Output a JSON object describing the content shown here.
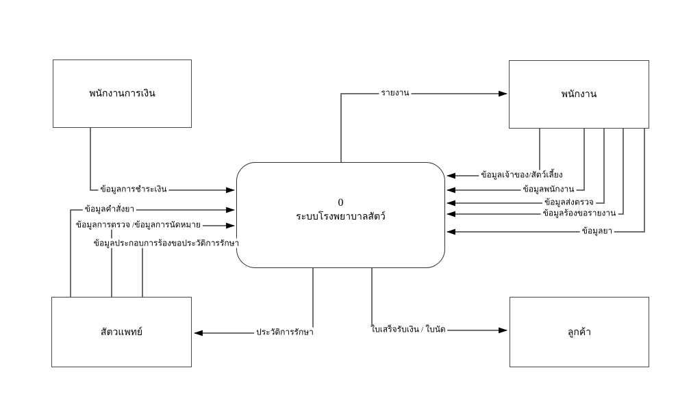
{
  "process": {
    "number": "0",
    "name": "ระบบโรงพยาบาลสัตว์"
  },
  "entities": {
    "finance_staff": "พนักงานการเงิน",
    "employee": "พนักงาน",
    "veterinarian": "สัตวแพทย์",
    "customer": "ลูกค้า"
  },
  "flows": {
    "report": "รายงาน",
    "payment": "ข้อมูลการชำระเงิน",
    "medicine_order": "ข้อมูลคำสั่งยา",
    "exam_appointment": "ข้อมูลการตรวจ /ข้อมูลการนัดหมาย",
    "history_request": "ข้อมูลประกอบการร้องขอประวัติการรักษา",
    "owner_pet": "ข้อมูลเจ้าของ/สัตว์เลี้ยง",
    "employee_data": "ข้อมูลพนักงาน",
    "send_exam": "ข้อมูลส่งตรวจ",
    "report_request": "ข้อมูลร้องขอรายงาน",
    "medicine": "ข้อมูลยา",
    "treatment_history": "ประวัติการรักษา",
    "receipt_appointment": "ใบเสร็จรับเงิน / ใบนัด"
  },
  "colors": {
    "background": "#ffffff",
    "line": "#3f3f3f",
    "text": "#000000"
  }
}
